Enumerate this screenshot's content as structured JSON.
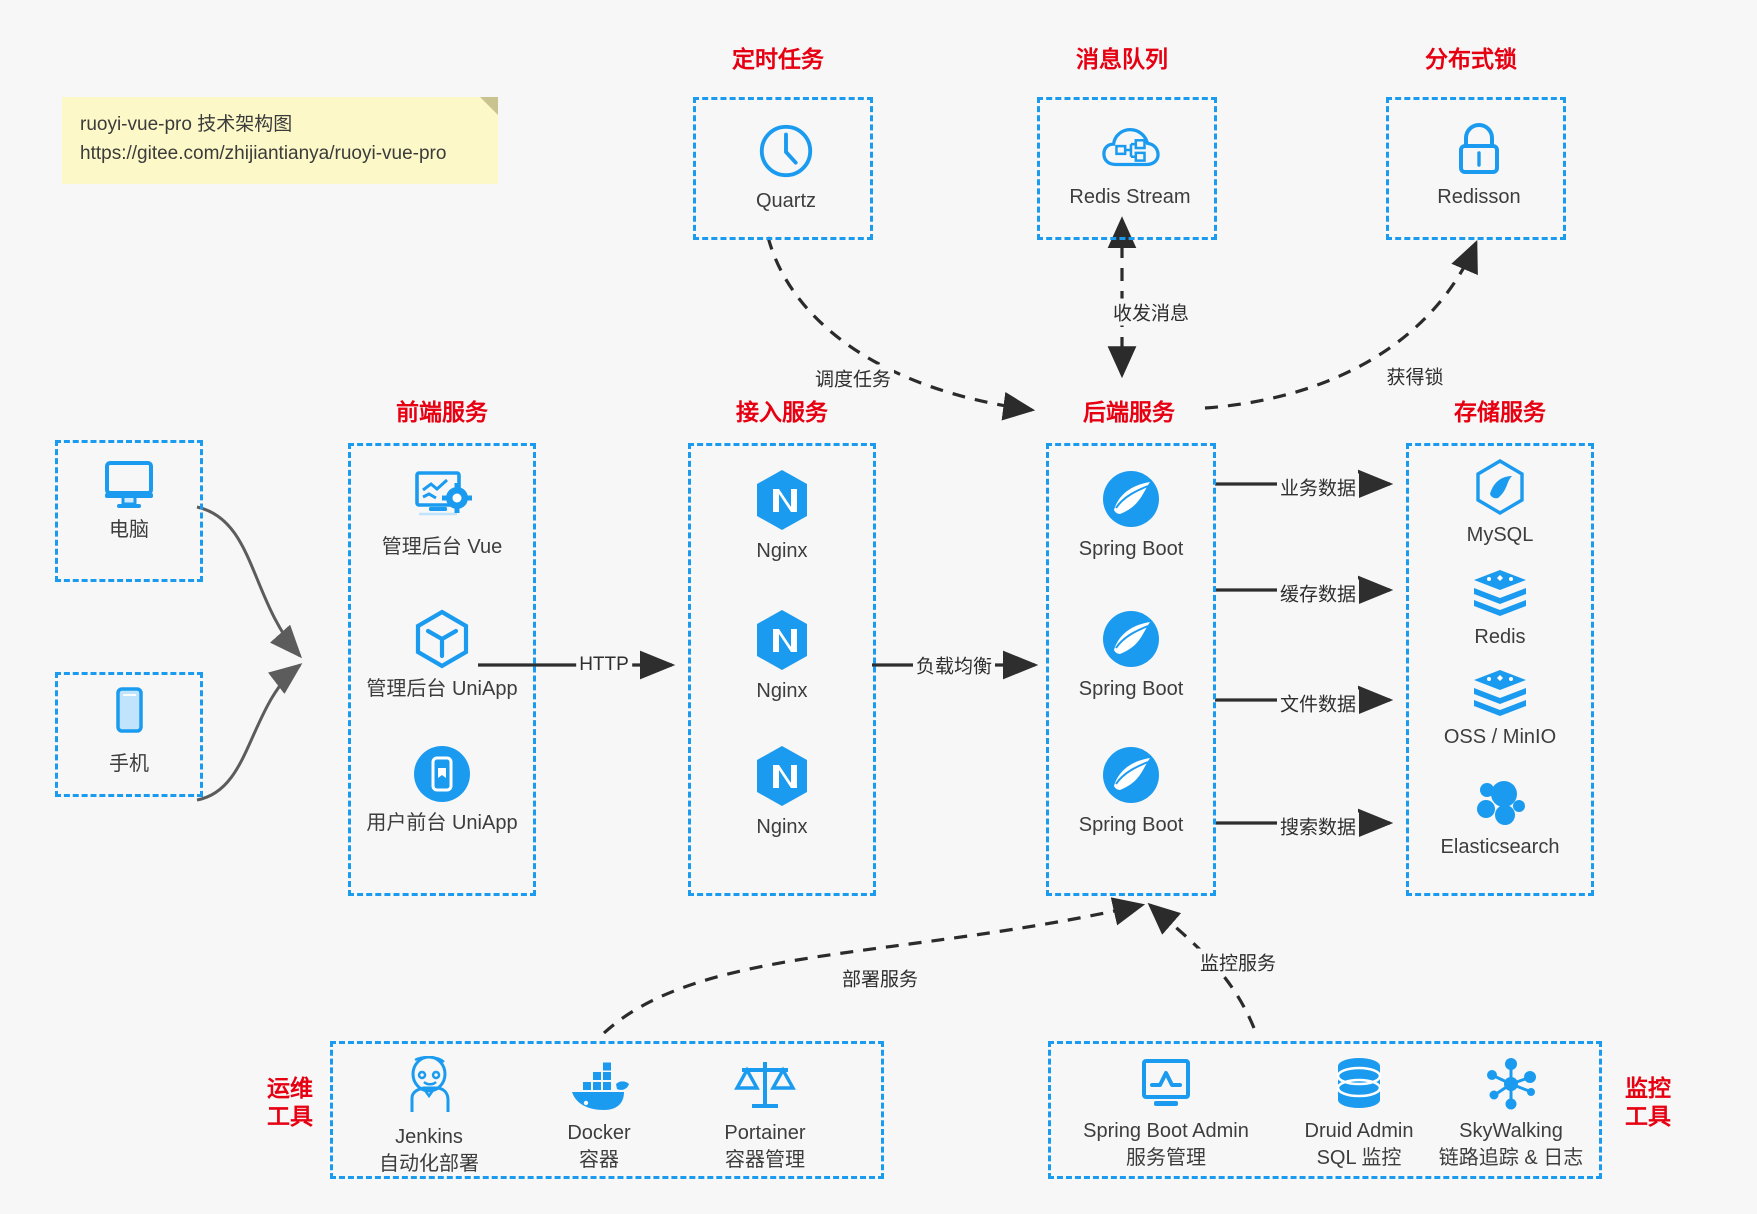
{
  "note": {
    "line1": "ruoyi-vue-pro 技术架构图",
    "line2": "https://gitee.com/zhijiantianya/ruoyi-vue-pro"
  },
  "colors": {
    "accent": "#1b9bf0",
    "title_red": "#e60012",
    "text": "#3d3d3d",
    "edge": "#2e2e2e",
    "background": "#f7f7f7",
    "note_bg": "#fcf8c8"
  },
  "groups": {
    "scheduler": {
      "title": "定时任务",
      "nodes": [
        {
          "label": "Quartz",
          "icon": "clock-icon"
        }
      ]
    },
    "mq": {
      "title": "消息队列",
      "nodes": [
        {
          "label": "Redis Stream",
          "icon": "cloud-network-icon"
        }
      ]
    },
    "lock": {
      "title": "分布式锁",
      "nodes": [
        {
          "label": "Redisson",
          "icon": "padlock-icon"
        }
      ]
    },
    "clients": {
      "nodes": [
        {
          "label": "电脑",
          "icon": "desktop-monitor-icon"
        },
        {
          "label": "手机",
          "icon": "smartphone-icon"
        }
      ]
    },
    "frontend": {
      "title": "前端服务",
      "nodes": [
        {
          "label": "管理后台 Vue",
          "icon": "dashboard-gear-icon"
        },
        {
          "label": "管理后台 UniApp",
          "icon": "cube-icon"
        },
        {
          "label": "用户前台 UniApp",
          "icon": "mobile-app-icon"
        }
      ]
    },
    "gateway": {
      "title": "接入服务",
      "nodes": [
        {
          "label": "Nginx",
          "icon": "nginx-icon"
        },
        {
          "label": "Nginx",
          "icon": "nginx-icon"
        },
        {
          "label": "Nginx",
          "icon": "nginx-icon"
        }
      ]
    },
    "backend": {
      "title": "后端服务",
      "nodes": [
        {
          "label": "Spring Boot",
          "icon": "spring-boot-icon"
        },
        {
          "label": "Spring Boot",
          "icon": "spring-boot-icon"
        },
        {
          "label": "Spring Boot",
          "icon": "spring-boot-icon"
        }
      ]
    },
    "storage": {
      "title": "存储服务",
      "nodes": [
        {
          "label": "MySQL",
          "icon": "mysql-icon"
        },
        {
          "label": "Redis",
          "icon": "redis-icon"
        },
        {
          "label": "OSS / MinIO",
          "icon": "object-storage-icon"
        },
        {
          "label": "Elasticsearch",
          "icon": "elasticsearch-icon"
        }
      ]
    },
    "devops": {
      "title_line1": "运维",
      "title_line2": "工具",
      "nodes": [
        {
          "label": "Jenkins",
          "sub": "自动化部署",
          "icon": "jenkins-icon"
        },
        {
          "label": "Docker",
          "sub": "容器",
          "icon": "docker-icon"
        },
        {
          "label": "Portainer",
          "sub": "容器管理",
          "icon": "scales-icon"
        }
      ]
    },
    "monitor": {
      "title_line1": "监控",
      "title_line2": "工具",
      "nodes": [
        {
          "label": "Spring Boot Admin",
          "sub": "服务管理",
          "icon": "monitor-chart-icon"
        },
        {
          "label": "Druid Admin",
          "sub": "SQL 监控",
          "icon": "database-icon"
        },
        {
          "label": "SkyWalking",
          "sub": "链路追踪 & 日志",
          "icon": "skywalking-icon"
        }
      ]
    }
  },
  "edges": [
    {
      "id": "http",
      "label": "HTTP"
    },
    {
      "id": "lb",
      "label": "负载均衡"
    },
    {
      "id": "schedule",
      "label": "调度任务"
    },
    {
      "id": "mq-send-recv",
      "label": "收发消息"
    },
    {
      "id": "get-lock",
      "label": "获得锁"
    },
    {
      "id": "biz-data",
      "label": "业务数据"
    },
    {
      "id": "cache-data",
      "label": "缓存数据"
    },
    {
      "id": "file-data",
      "label": "文件数据"
    },
    {
      "id": "search-data",
      "label": "搜索数据"
    },
    {
      "id": "deploy",
      "label": "部署服务"
    },
    {
      "id": "monitoring",
      "label": "监控服务"
    }
  ]
}
